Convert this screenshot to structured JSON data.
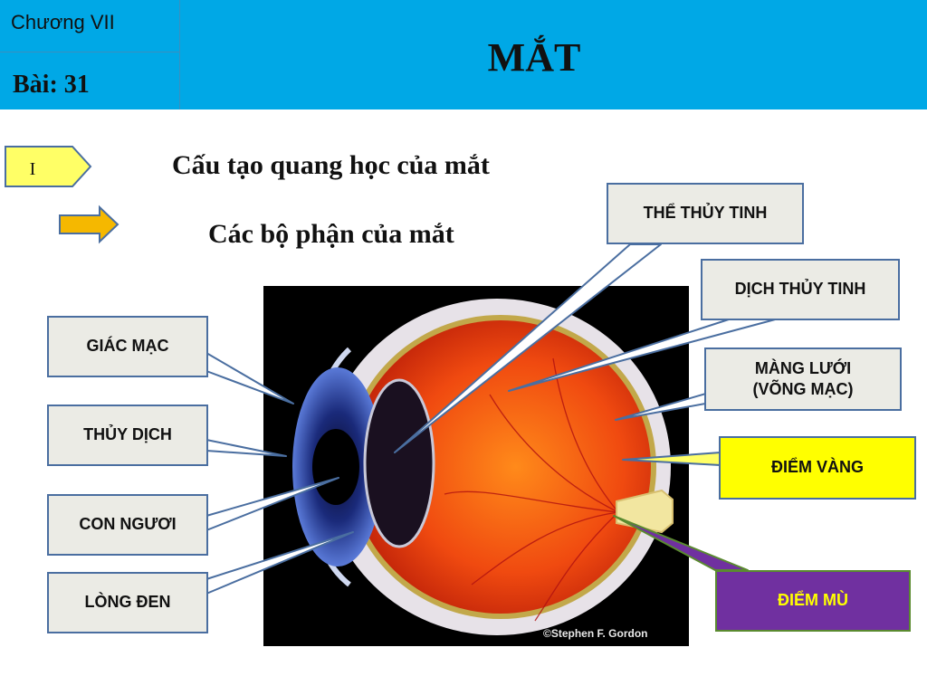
{
  "header": {
    "chapter": "Chương VII",
    "lesson": "Bài: 31",
    "title": "MẮT"
  },
  "section": {
    "number": "I",
    "heading": "Cấu tạo quang học của mắt",
    "subheading": "Các bộ phận của mắt"
  },
  "diagram": {
    "labels": {
      "giac_mac": "GIÁC MẠC",
      "thuy_dich": "THỦY DỊCH",
      "con_nguoi": "CON NGƯƠI",
      "long_den": "LÒNG ĐEN",
      "the_thuy_tinh": "THỂ THỦY TINH",
      "dich_thuy_tinh": "DỊCH THỦY TINH",
      "mang_luoi_1": "MÀNG LƯỚI",
      "mang_luoi_2": "(VÕNG MẠC)",
      "diem_vang": "ĐIỂM VÀNG",
      "diem_mu": "ĐIỂM MÙ"
    },
    "credit": "©Stephen F. Gordon"
  },
  "colors": {
    "header_bg": "#00a8e6",
    "label_bg": "#ebebe5",
    "label_border": "#4a6ea0",
    "highlight_yellow": "#ffff00",
    "highlight_purple": "#7030a0",
    "arrow_orange": "#f5b800"
  }
}
